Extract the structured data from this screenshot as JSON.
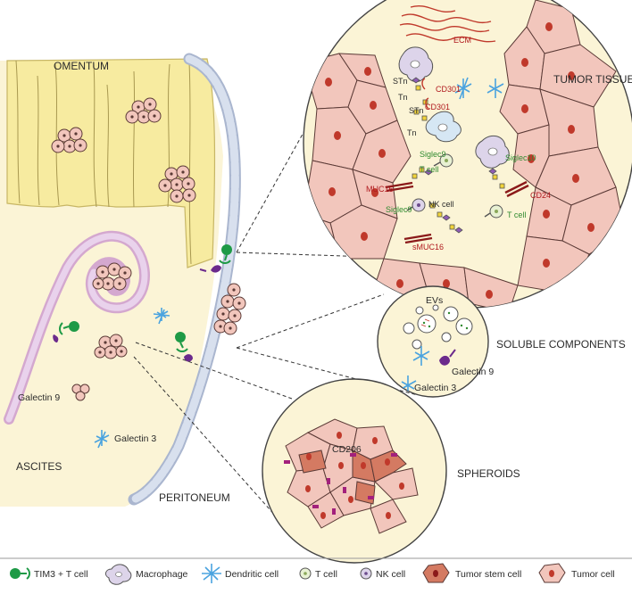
{
  "labels": {
    "omentum": "OMENTUM",
    "ascites": "ASCITES",
    "peritoneum": "PERITONEUM",
    "tumor_tissue": "TUMOR TISSUE",
    "soluble_components": "SOLUBLE COMPONENTS",
    "spheroids": "SPHEROIDS",
    "galectin9": "Galectin 9",
    "galectin3": "Galectin 3",
    "ecm": "ECM",
    "stn_1": "STn",
    "tn_1": "Tn",
    "stn_2": "STn",
    "tn_2": "Tn",
    "cd301_1": "CD301",
    "cd301_2": "CD301",
    "siglec9_1": "Siglec9",
    "siglec9_2": "Siglec9",
    "siglec10": "Siglec10",
    "tcell_1": "T cell",
    "tcell_2": "T cell",
    "nkcell": "NK cell",
    "muc16": "MUC16",
    "smuc16": "sMUC16",
    "cd24": "CD24",
    "evs": "EVs",
    "sol_galectin9": "Galectin 9",
    "sol_galectin3": "Galectin 3",
    "cd206": "CD206"
  },
  "legend": [
    {
      "label": "TIM3 + T cell",
      "icon": "tim3-tcell-icon"
    },
    {
      "label": "Macrophage",
      "icon": "macrophage-icon"
    },
    {
      "label": "Dendritic cell",
      "icon": "dendritic-cell-icon"
    },
    {
      "label": "T cell",
      "icon": "tcell-icon"
    },
    {
      "label": "NK cell",
      "icon": "nk-cell-icon"
    },
    {
      "label": "Tumor stem cell",
      "icon": "tumor-stem-cell-icon"
    },
    {
      "label": "Tumor cell",
      "icon": "tumor-cell-icon"
    }
  ],
  "colors": {
    "background_fluid": "#fbf4d6",
    "omentum": "#f7eba0",
    "tumor_cell": "#f2c6bc",
    "tumor_stem_cell": "#d47a62",
    "nucleus": "#c0392b",
    "peritoneum": "#c9d4e8",
    "macrophage": "#ddd4ea",
    "dendritic": "#4aa3df",
    "tim3": "#1e9a46",
    "galectin9": "#6b2a8c",
    "label_red": "#b0191e",
    "label_green": "#2f8a2f"
  }
}
